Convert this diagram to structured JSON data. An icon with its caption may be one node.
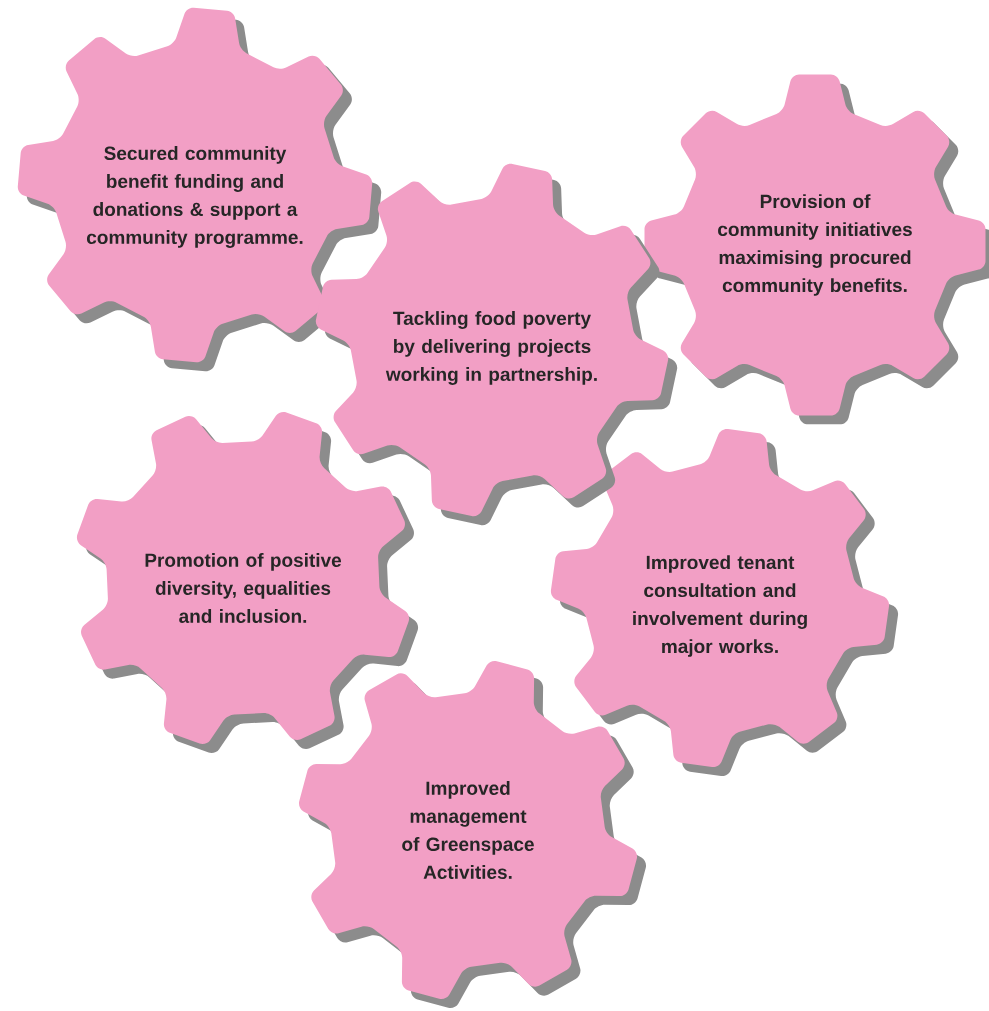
{
  "diagram": {
    "nodes": [
      {
        "text": [
          "Secured community benefit funding and donations & support a community programme."
        ]
      },
      {
        "text": [
          "Tackling food poverty by delivering projects working in partnership."
        ]
      },
      {
        "text": [
          "Provision of community initiatives maximising procured community benefits."
        ]
      },
      {
        "text": [
          "Promotion of positive diversity, equalities and inclusion."
        ]
      },
      {
        "text": [
          "Improved tenant consultation and involvement during major works."
        ]
      },
      {
        "text": [
          "Improved management of Greenspace Activities."
        ]
      }
    ]
  }
}
